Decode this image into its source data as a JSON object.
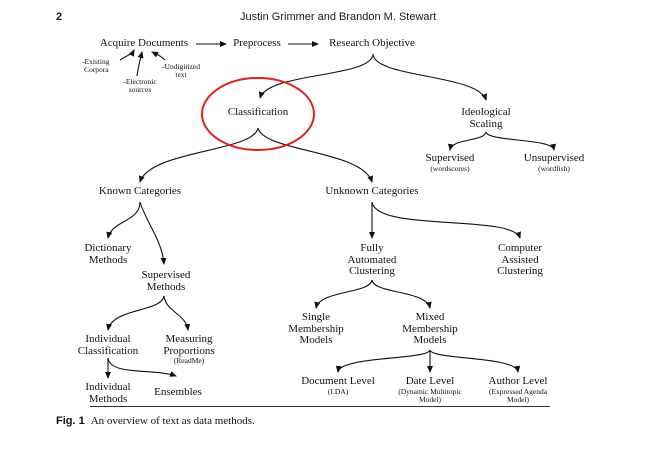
{
  "header": {
    "page_number": "2",
    "authors": "Justin Grimmer and Brandon M. Stewart"
  },
  "nodes": {
    "acquire": {
      "label": "Acquire Documents"
    },
    "preprocess": {
      "label": "Preprocess"
    },
    "research": {
      "label": "Research Objective"
    },
    "classification": {
      "label": "Classification"
    },
    "ideological": {
      "label": "Ideological",
      "label2": "Scaling"
    },
    "supervised_scaling": {
      "label": "Supervised",
      "sub": "(wordscores)"
    },
    "unsupervised_scaling": {
      "label": "Unsupervised",
      "sub": "(wordfish)"
    },
    "known": {
      "label": "Known Categories"
    },
    "unknown": {
      "label": "Unknown Categories"
    },
    "dictionary": {
      "label": "Dictionary",
      "label2": "Methods"
    },
    "supervised_methods": {
      "label": "Supervised",
      "label2": "Methods"
    },
    "fully_auto": {
      "label": "Fully",
      "label2": "Automated",
      "label3": "Clustering"
    },
    "computer_assisted": {
      "label": "Computer",
      "label2": "Assisted",
      "label3": "Clustering"
    },
    "single": {
      "label": "Single",
      "label2": "Membership",
      "label3": "Models"
    },
    "mixed": {
      "label": "Mixed",
      "label2": "Membership",
      "label3": "Models"
    },
    "individual_class": {
      "label": "Individual",
      "label2": "Classification"
    },
    "measuring": {
      "label": "Measuring",
      "label2": "Proportions",
      "sub": "(ReadMe)"
    },
    "individual_methods": {
      "label": "Individual",
      "label2": "Methods"
    },
    "ensembles": {
      "label": "Ensembles"
    },
    "document_level": {
      "label": "Document Level",
      "sub": "(LDA)"
    },
    "date_level": {
      "label": "Date Level",
      "sub": "(Dynamic Multitopic",
      "sub2": "Model)"
    },
    "author_level": {
      "label": "Author Level",
      "sub": "(Expressed Agenda",
      "sub2": "Model)"
    }
  },
  "sources": {
    "existing": "-Existing",
    "existing2": "Corpora",
    "electronic": "-Electronic",
    "electronic2": "sources",
    "undigitized": "-Undigitized",
    "undigitized2": "text"
  },
  "highlight_color": "#e02020",
  "caption": {
    "label": "Fig. 1",
    "text": "An overview of text as data methods."
  }
}
